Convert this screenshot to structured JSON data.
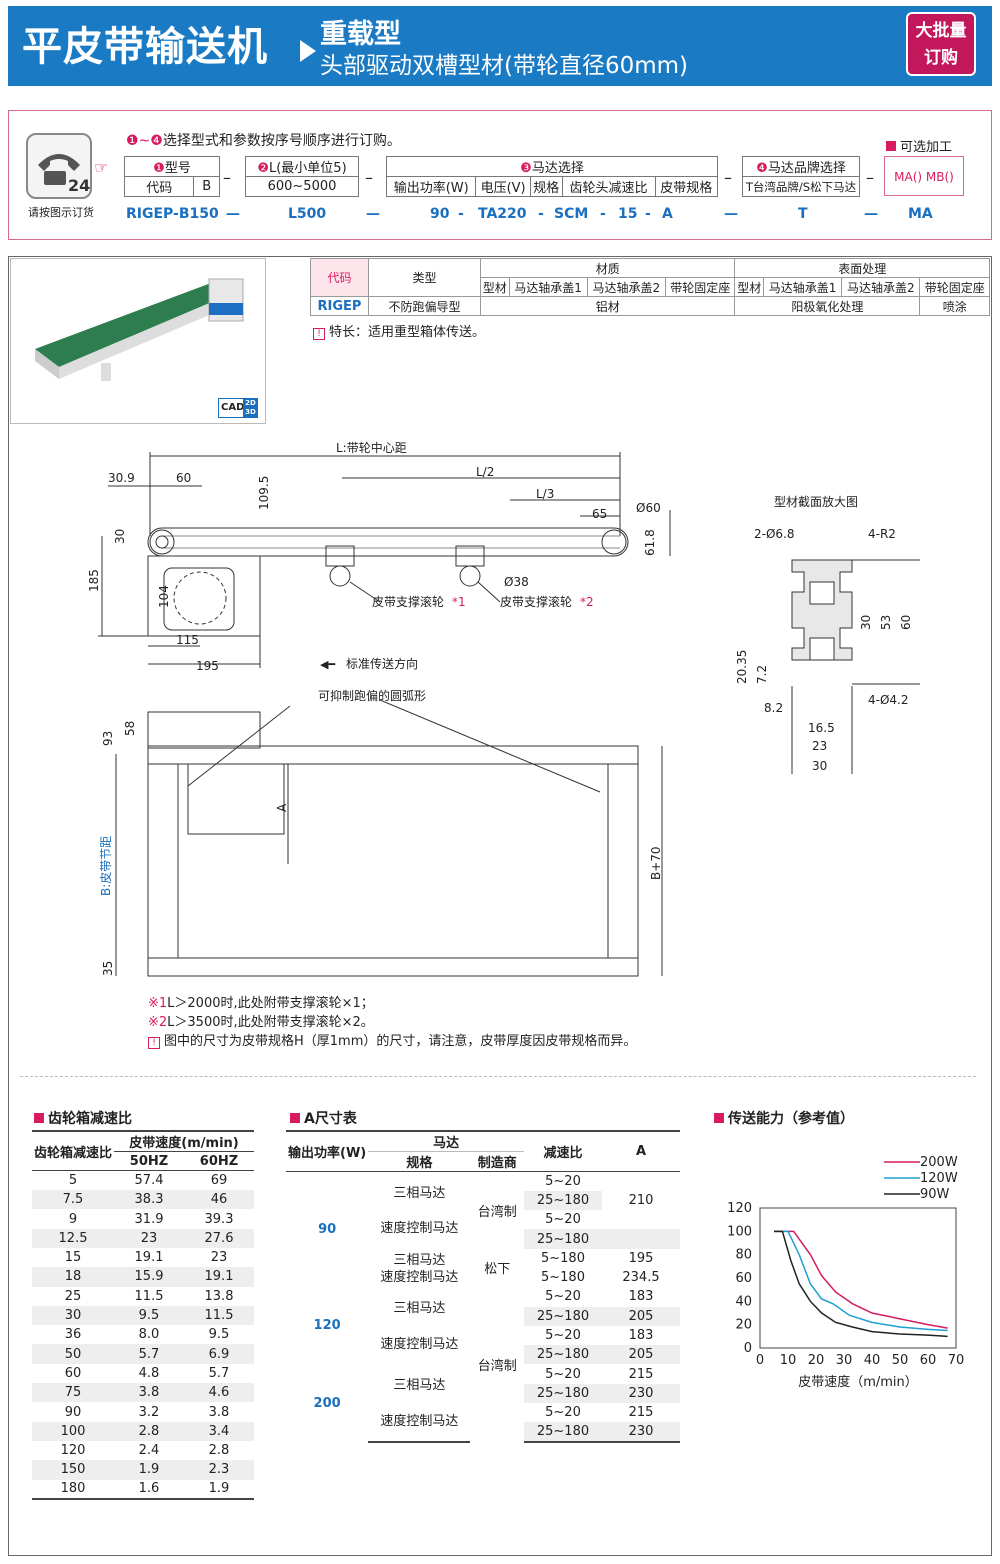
{
  "header": {
    "title": "平皮带输送机",
    "sub1": "重载型",
    "sub2": "头部驱动双槽型材(带轮直径60mm)",
    "badge1": "大批量",
    "badge2": "订购"
  },
  "order": {
    "phone_caption": "请按图示订货",
    "instruction": "选择型式和参数按序号顺序进行订购。",
    "optional_label": "可选加工",
    "h1": "型号",
    "h2": "L(最小单位5)",
    "h3": "马达选择",
    "h4": "马达品牌选择",
    "opt_value": "MA() MB()",
    "r1": [
      "代码",
      "B"
    ],
    "r2": "600~5000",
    "r3": [
      "输出功率(W)",
      "电压(V)",
      "规格",
      "齿轮头减速比",
      "皮带规格"
    ],
    "r4": "T台湾品牌/S松下马达",
    "codes": [
      "RIGEP-B150",
      "L500",
      "90",
      "TA220",
      "SCM",
      "15",
      "A",
      "T",
      "MA"
    ]
  },
  "spec": {
    "h_code": "代码",
    "h_type": "类型",
    "h_material": "材质",
    "h_surface": "表面处理",
    "sub": [
      "型材",
      "马达轴承盖1",
      "马达轴承盖2",
      "带轮固定座",
      "型材",
      "马达轴承盖1",
      "马达轴承盖2",
      "带轮固定座"
    ],
    "row": {
      "code": "RIGEP",
      "type": "不防跑偏导型",
      "material": "铝材",
      "surface": "阳极氧化处理",
      "paint": "喷涂"
    },
    "feature": "特长：适用重型箱体传送。",
    "cad": "CAD"
  },
  "drawing": {
    "lc": "L:带轮中心距",
    "l2": "L/2",
    "l3": "L/3",
    "d309": "30.9",
    "d60": "60",
    "d1095": "109.5",
    "d30": "30",
    "d65": "65",
    "dphi60": "Ø60",
    "d618": "61.8",
    "d185": "185",
    "d104": "104",
    "d115": "115",
    "d195": "195",
    "phi38": "Ø38",
    "roller1": "皮带支撑滚轮",
    "roller2": "皮带支撑滚轮",
    "m1": "*1",
    "m2": "*2",
    "direction": "标准传送方向",
    "arc": "可抑制跑偏的圆弧形",
    "d93": "93",
    "d58": "58",
    "dA": "A",
    "dB": "B:皮带节距",
    "dB70": "B+70",
    "d35": "35"
  },
  "profile": {
    "title": "型材截面放大图",
    "hole": "2-Ø6.8",
    "r2": "4-R2",
    "h42": "4-Ø4.2",
    "d30": "30",
    "d53": "53",
    "d60": "60",
    "d2035": "20.35",
    "d72": "7.2",
    "d82": "8.2",
    "d165": "16.5",
    "d23": "23",
    "d30b": "30"
  },
  "notes": {
    "n1m": "※1",
    "n1": "L＞2000时,此处附带支撑滚轮×1；",
    "n2m": "※2",
    "n2": "L＞3500时,此处附带支撑滚轮×2。",
    "n3": "图中的尺寸为皮带规格H（厚1mm）的尺寸，请注意，皮带厚度因皮带规格而异。"
  },
  "gear": {
    "title": "齿轮箱减速比",
    "h_ratio": "齿轮箱减速比",
    "h_speed": "皮带速度(m/min)",
    "h50": "50HZ",
    "h60": "60HZ",
    "rows": [
      [
        "5",
        "57.4",
        "69"
      ],
      [
        "7.5",
        "38.3",
        "46"
      ],
      [
        "9",
        "31.9",
        "39.3"
      ],
      [
        "12.5",
        "23",
        "27.6"
      ],
      [
        "15",
        "19.1",
        "23"
      ],
      [
        "18",
        "15.9",
        "19.1"
      ],
      [
        "25",
        "11.5",
        "13.8"
      ],
      [
        "30",
        "9.5",
        "11.5"
      ],
      [
        "36",
        "8.0",
        "9.5"
      ],
      [
        "50",
        "5.7",
        "6.9"
      ],
      [
        "60",
        "4.8",
        "5.7"
      ],
      [
        "75",
        "3.8",
        "4.6"
      ],
      [
        "90",
        "3.2",
        "3.8"
      ],
      [
        "100",
        "2.8",
        "3.4"
      ],
      [
        "120",
        "2.4",
        "2.8"
      ],
      [
        "150",
        "1.9",
        "2.3"
      ],
      [
        "180",
        "1.6",
        "1.9"
      ]
    ]
  },
  "asize": {
    "title": "A尺寸表",
    "h_power": "输出功率(W)",
    "h_motor": "马达",
    "h_spec": "规格",
    "h_maker": "制造商",
    "h_ratio": "减速比",
    "h_a": "A",
    "p90": "90",
    "p120": "120",
    "p200": "200",
    "three": "三相马达",
    "speed": "速度控制马达",
    "tw": "台湾制",
    "ps": "松下",
    "ratios": [
      "5~20",
      "25~180",
      "5~20",
      "25~180",
      "5~180",
      "5~180",
      "5~20",
      "25~180",
      "5~20",
      "25~180",
      "5~20",
      "25~180",
      "5~20",
      "25~180"
    ],
    "avals": [
      "210",
      "195",
      "234.5",
      "183",
      "205",
      "183",
      "205",
      "215",
      "230",
      "215",
      "230"
    ]
  },
  "chart_data": {
    "type": "line",
    "title": "传送能力（参考值）",
    "xlabel": "皮带速度（m/min）",
    "ylabel": "",
    "xlim": [
      0,
      70
    ],
    "ylim": [
      0,
      120
    ],
    "xticks": [
      "0",
      "10",
      "20",
      "30",
      "40",
      "50",
      "60",
      "70"
    ],
    "yticks": [
      "0",
      "20",
      "40",
      "60",
      "80",
      "100",
      "120"
    ],
    "series": [
      {
        "name": "200W",
        "color": "#d81b60",
        "x": [
          5,
          12,
          18,
          22,
          27,
          33,
          40,
          50,
          60,
          67
        ],
        "y": [
          100,
          100,
          80,
          62,
          48,
          38,
          30,
          25,
          20,
          17
        ]
      },
      {
        "name": "120W",
        "color": "#1e9fd1",
        "x": [
          5,
          10,
          14,
          18,
          22,
          26,
          32,
          40,
          50,
          60,
          67
        ],
        "y": [
          100,
          100,
          80,
          55,
          42,
          38,
          28,
          22,
          18,
          16,
          15
        ]
      },
      {
        "name": "90W",
        "color": "#222222",
        "x": [
          5,
          8,
          11,
          14,
          18,
          22,
          27,
          33,
          40,
          50,
          60,
          67
        ],
        "y": [
          100,
          100,
          75,
          55,
          40,
          30,
          22,
          18,
          14,
          12,
          11,
          10
        ]
      }
    ]
  }
}
